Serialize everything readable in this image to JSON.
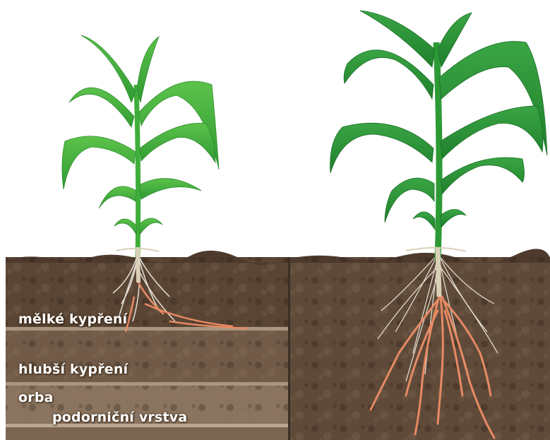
{
  "image": {
    "panels": [
      "compacted-soil-shallow-roots",
      "loosened-soil-deep-roots"
    ],
    "soil_layers": {
      "shallow_tillage": "mělké kypření",
      "deeper_tillage": "hlubší kypření",
      "ploughing": "orba",
      "plough_pan": "podorniční vrstva"
    },
    "colors": {
      "sky": "#ffffff",
      "soil_dark": "#5a4535",
      "soil_mid": "#75604d",
      "soil_light": "#8a7460",
      "layer_line": "#a89680",
      "leaf_left": "#3fae3a",
      "leaf_right": "#2d9a36",
      "root_white": "#e7e2d6",
      "root_orange": "#e78a64"
    }
  }
}
